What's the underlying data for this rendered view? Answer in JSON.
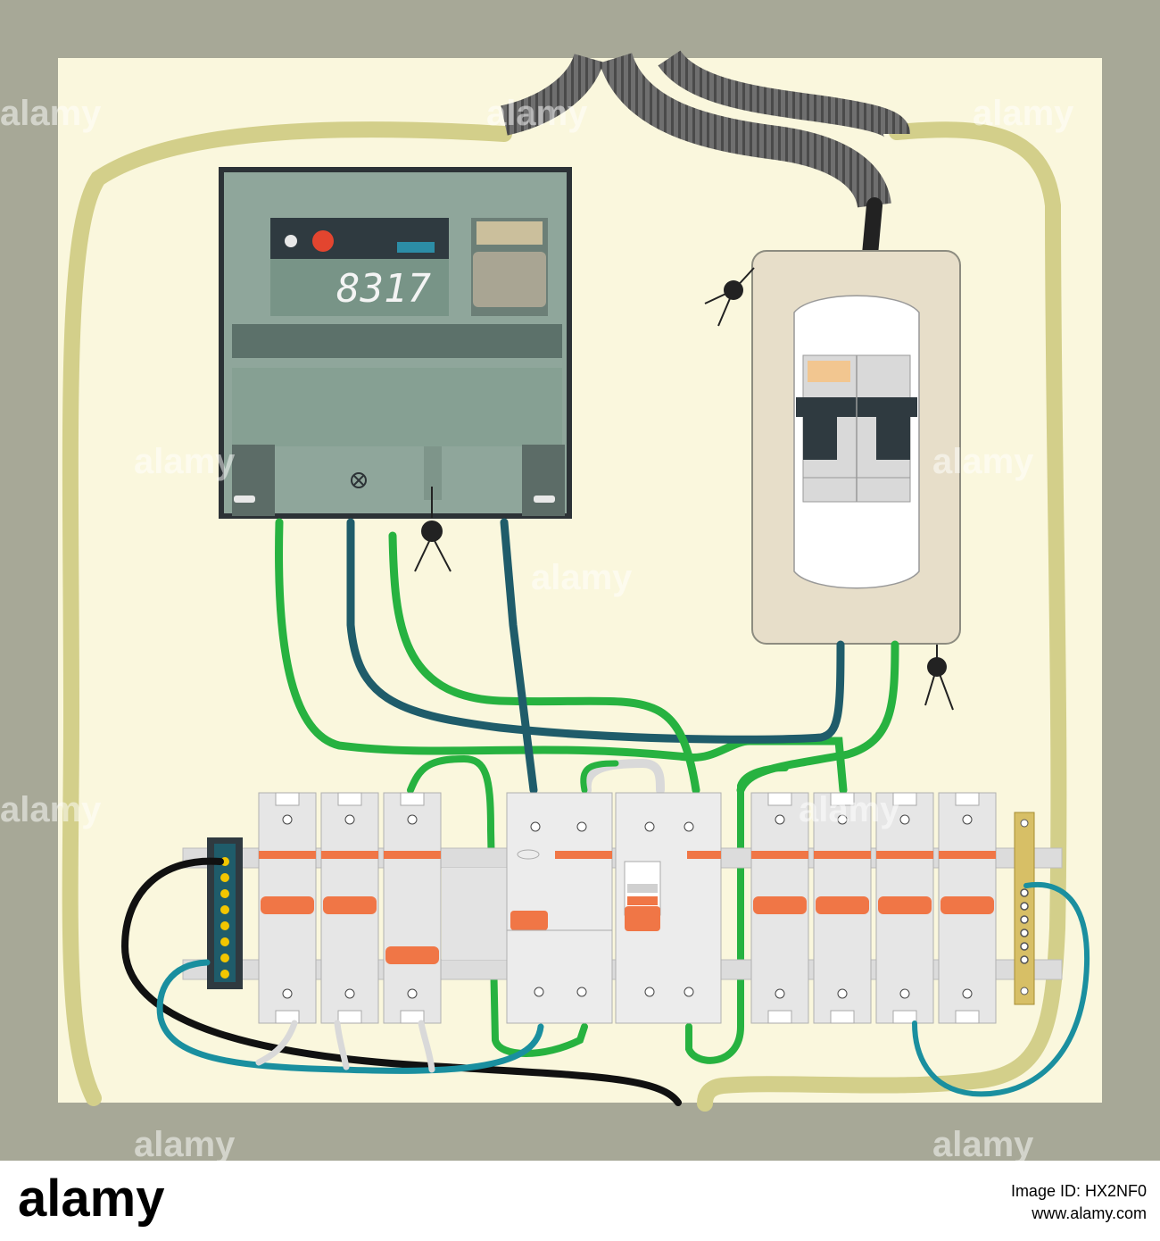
{
  "meter": {
    "display_reading": "8317"
  },
  "watermark": {
    "text": "alamy"
  },
  "footer": {
    "brand": "alamy",
    "image_id_label": "Image ID: HX2NF0",
    "site": "www.alamy.com"
  },
  "colors": {
    "frame": "#a7a897",
    "panel": "#faf7dd",
    "conduit_yellow": "#d3cf8a",
    "meter_body": "#8fa69b",
    "wire_green": "#27b240",
    "wire_navy": "#1f5c6a",
    "wire_teal": "#1a8f9f",
    "breaker_orange": "#f07646"
  }
}
